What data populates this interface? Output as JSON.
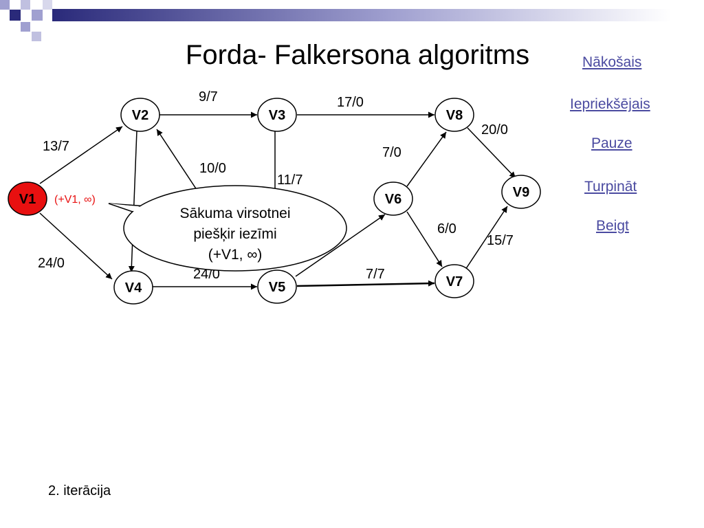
{
  "slide": {
    "title": "Forda- Falkersona algoritms",
    "iteration_label": "2. iterācija"
  },
  "nav": {
    "next": "Nākošais",
    "previous": "Iepriekšējais",
    "pause": "Pauze ",
    "resume": "Turpināt ",
    "end": "Beigt"
  },
  "colors": {
    "nav_link": "#4a4aa0",
    "source_node": "#e81010",
    "label_red": "#e81010",
    "corner_dark": "#2a2a7a",
    "corner_light": "#a0a0d0"
  },
  "graph": {
    "nodes": [
      {
        "id": "V1",
        "label": "V1",
        "source": true
      },
      {
        "id": "V2",
        "label": "V2"
      },
      {
        "id": "V3",
        "label": "V3"
      },
      {
        "id": "V4",
        "label": "V4"
      },
      {
        "id": "V5",
        "label": "V5"
      },
      {
        "id": "V6",
        "label": "V6"
      },
      {
        "id": "V7",
        "label": "V7"
      },
      {
        "id": "V8",
        "label": "V8"
      },
      {
        "id": "V9",
        "label": "V9"
      }
    ],
    "edges": [
      {
        "from": "V1",
        "to": "V2",
        "label": "13/7"
      },
      {
        "from": "V2",
        "to": "V3",
        "label": "9/7"
      },
      {
        "from": "V3",
        "to": "V8",
        "label": "17/0"
      },
      {
        "from": "V8",
        "to": "V9",
        "label": "20/0"
      },
      {
        "from": "V1",
        "to": "V4",
        "label": "24/0"
      },
      {
        "from": "V4",
        "to": "V5",
        "label": "24/0"
      },
      {
        "from": "V5",
        "to": "V7",
        "label": "7/7"
      },
      {
        "from": "V7",
        "to": "V9",
        "label": "15/7"
      },
      {
        "from": "V6",
        "to": "V8",
        "label": "7/0"
      },
      {
        "from": "V6",
        "to": "V7",
        "label": "6/0"
      },
      {
        "from": "V5",
        "to": "V2",
        "label": "10/0"
      },
      {
        "from": "V3",
        "to": "V5",
        "label": "11/7"
      },
      {
        "from": "V2",
        "to": "V4",
        "label": ""
      },
      {
        "from": "V5",
        "to": "V6",
        "label": ""
      }
    ],
    "node_mark": "(+V1, ∞)"
  },
  "callout": {
    "line1": "Sākuma virsotnei",
    "line2": "piešķir iezīmi",
    "line3": "(+V1, ∞)"
  }
}
